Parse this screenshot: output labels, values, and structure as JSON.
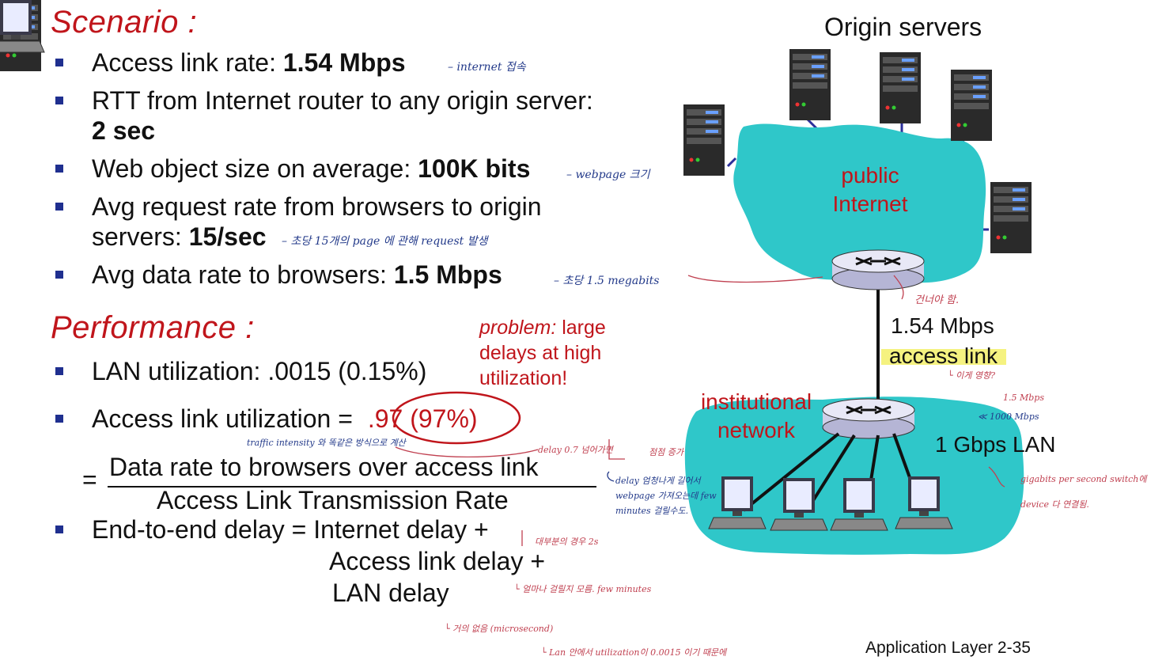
{
  "scenario": {
    "heading": "Scenario :",
    "items": [
      {
        "text": "Access link rate: ",
        "bold": "1.54 Mbps"
      },
      {
        "text": "RTT from Internet router to any origin server:",
        "bold": "2 sec"
      },
      {
        "text": "Web object size on average: ",
        "bold": "100K bits"
      },
      {
        "text": "Avg request rate from browsers to origin",
        "text2": "servers: ",
        "bold": "15/sec"
      },
      {
        "text": "Avg data rate to browsers: ",
        "bold": "1.5 Mbps"
      }
    ]
  },
  "performance": {
    "heading": "Performance :",
    "lan_util": "LAN utilization:  .0015 (0.15%)",
    "access_util_label": "Access link utilization = ",
    "access_util_value": ".97 (97%)",
    "fraction_num": "Data rate to browsers over access link",
    "fraction_den": "Access Link  Transmission Rate",
    "equals": "=",
    "delay_line1": "End-to-end delay = Internet delay +",
    "delay_line2": "Access link delay +",
    "delay_line3": "LAN delay"
  },
  "problem": {
    "italic": "problem:",
    "line1": " large",
    "line2": "delays at high",
    "line3": "utilization!"
  },
  "diagram": {
    "origin_servers": "Origin servers",
    "public_internet_1": "public",
    "public_internet_2": "Internet",
    "access_rate": "1.54 Mbps",
    "access_link": "access link",
    "institutional_1": "institutional",
    "institutional_2": "network",
    "lan": "1 Gbps LAN",
    "colors": {
      "cloud": "#2fc7c9",
      "red_text": "#c0151b",
      "highlight": "#f3f06a"
    }
  },
  "notes": {
    "n1": "– internet 접속",
    "n2": "– webpage 크기",
    "n3": "– 초당 15개의 page 에 관해 request 발생",
    "n4": "– 초당 1.5 megabits",
    "n5": "traffic intensity 와 똑같은 방식으로 계산",
    "n6": "delay 0.7 넘어가면",
    "n7": "점점 증가",
    "n8": "delay 엄청나게 길어서",
    "n9": "webpage 가져오는데 few",
    "n10": "minutes 걸릴수도.",
    "n11": "건너야 함.",
    "n12": "└ 이게 영향?",
    "n13": "1.5 Mbps",
    "n14": "≪ 1000 Mbps",
    "n15": "gigabits per second switch에",
    "n16": "device 다 연결됨.",
    "n17": "대부분의 경우 2s",
    "n18": "└ 얼마나 걸릴지 모름. few minutes",
    "n19": "└ 거의 없음 (microsecond)",
    "n20": "└ Lan 안에서 utilization이 0.0015 이기 때문에"
  },
  "footer": "Application Layer 2-35"
}
